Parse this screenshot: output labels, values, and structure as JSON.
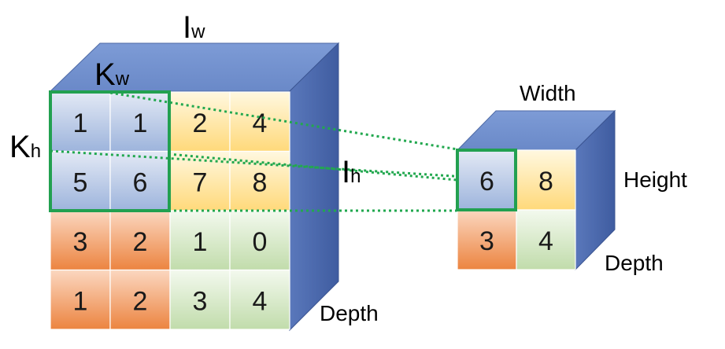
{
  "input_block": {
    "width_label": {
      "main": "I",
      "sub": "w"
    },
    "height_label": {
      "main": "I",
      "sub": "h"
    },
    "depth_label": "Depth",
    "kernel_width_label": {
      "main": "K",
      "sub": "w"
    },
    "kernel_height_label": {
      "main": "K",
      "sub": "h"
    },
    "grid": [
      [
        "1",
        "1",
        "2",
        "4"
      ],
      [
        "5",
        "6",
        "7",
        "8"
      ],
      [
        "3",
        "2",
        "1",
        "0"
      ],
      [
        "1",
        "2",
        "3",
        "4"
      ]
    ]
  },
  "output_block": {
    "width_label": "Width",
    "height_label": "Height",
    "depth_label": "Depth",
    "grid": [
      [
        "6",
        "8"
      ],
      [
        "3",
        "4"
      ]
    ]
  },
  "colors": {
    "cube_top": "#6f8fcf",
    "cube_side": "#4a66a8",
    "blue_cell_top": "#dfe6f4",
    "blue_cell_bottom": "#9fb6de",
    "yellow_cell_top": "#fff6da",
    "yellow_cell_bottom": "#ffdc80",
    "orange_cell_top": "#fbd5bd",
    "orange_cell_bottom": "#ee8a45",
    "green_cell_top": "#f0f7ea",
    "green_cell_bottom": "#c4dfae",
    "kernel_outline": "#22a050"
  }
}
